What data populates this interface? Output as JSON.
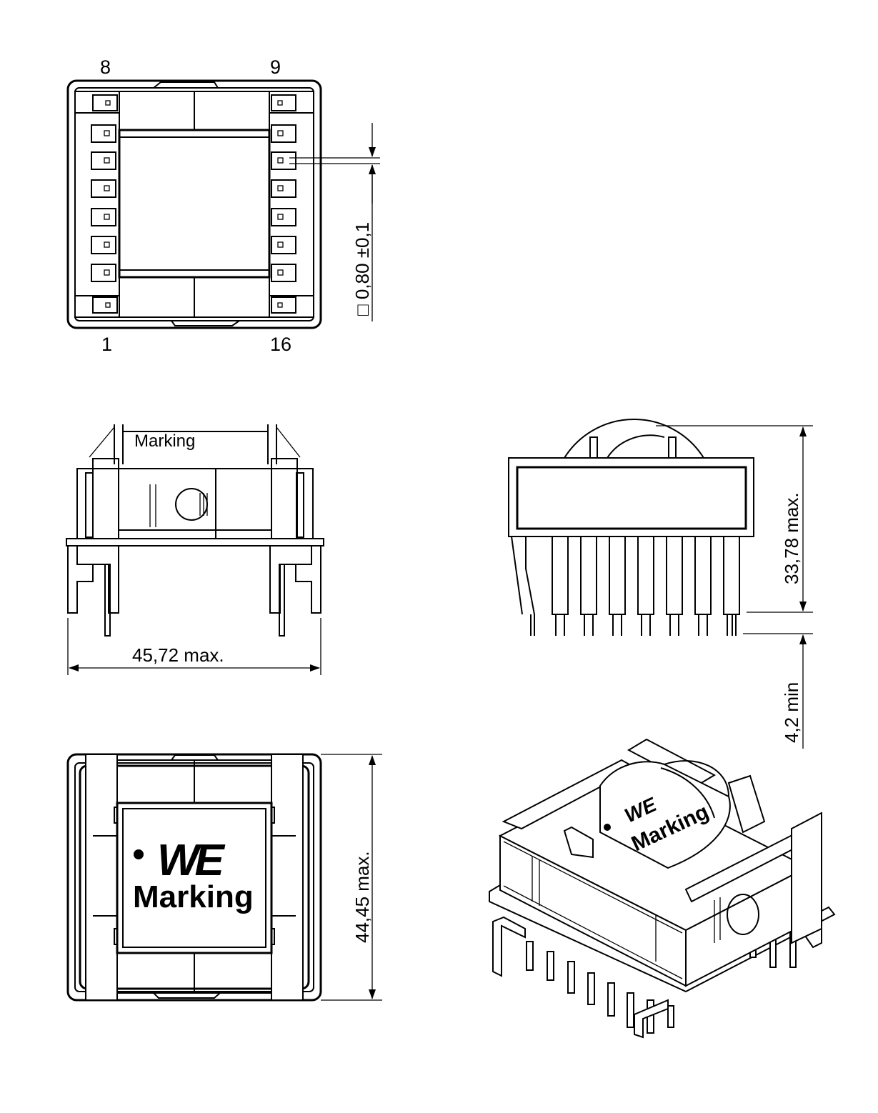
{
  "top_view": {
    "pin_labels": {
      "top_left": "8",
      "top_right": "9",
      "bottom_left": "1",
      "bottom_right": "16"
    },
    "pin_dimension": "□ 0,80 ±0,1"
  },
  "front_view": {
    "marking_text": "Marking",
    "width_dimension": "45,72  max."
  },
  "side_view": {
    "height_dimension": "33,78  max.",
    "pin_length_dimension": "4,2  min"
  },
  "bottom_view": {
    "logo_text": "WE",
    "marking_text": "Marking",
    "depth_dimension": "44,45  max."
  },
  "iso_view": {
    "logo_text": "WE",
    "marking_text": "Marking"
  }
}
